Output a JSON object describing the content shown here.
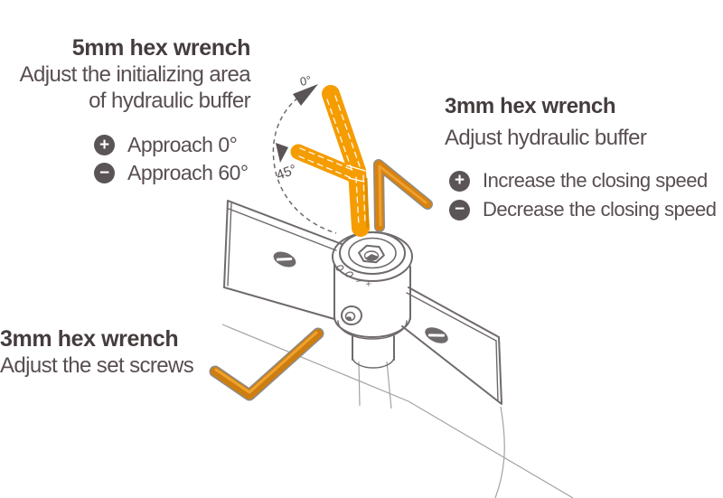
{
  "colors": {
    "bright_orange": "#F59C00",
    "mid_orange": "#CE7E10",
    "dark_orange_shadow": "#B36A00",
    "title_text": "#453C3E",
    "body_text": "#584E51",
    "icon_circle": "#5A5456",
    "line_art_gray": "#6F6A6C",
    "faint_gray": "#A3A3A3"
  },
  "labels": {
    "wrench_5mm": {
      "title": "5mm hex wrench",
      "desc_line1": "Adjust the initializing area",
      "desc_line2": "of hydraulic buffer",
      "plus_symbol": "+",
      "minus_symbol": "−",
      "plus_text": "Approach 0°",
      "minus_text": "Approach 60°"
    },
    "wrench_3mm_buffer": {
      "title": "3mm hex wrench",
      "desc_line1": "Adjust hydraulic buffer",
      "plus_symbol": "+",
      "minus_symbol": "−",
      "plus_text": "Increase the closing speed",
      "minus_text": "Decrease the closing speed"
    },
    "wrench_3mm_set": {
      "title": "3mm hex wrench",
      "desc_line1": "Adjust the set screws"
    }
  },
  "diagram": {
    "angle_top_label": "0°",
    "angle_side_label": "45°",
    "cap_plus_mark": "+",
    "cap_minus_mark": "−"
  }
}
